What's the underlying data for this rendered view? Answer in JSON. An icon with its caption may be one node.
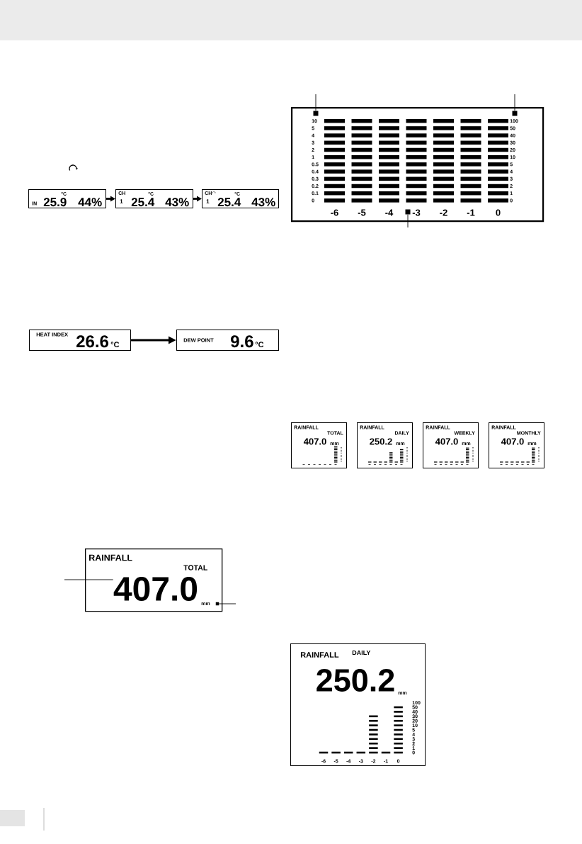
{
  "diagram": {
    "nodes": [
      {
        "text": [
          "IN",
          "25.9",
          "°C",
          "44%"
        ]
      },
      {
        "text": [
          "CH",
          "1",
          "25.4",
          "°C",
          "43%"
        ]
      },
      {
        "text": [
          "CH",
          "1",
          "25.4",
          "°C",
          "43%"
        ]
      },
      {
        "text": [
          "HEAT INDEX",
          "26.6",
          "°C"
        ]
      },
      {
        "text": [
          "DEW POINT",
          "9.6",
          "°C"
        ]
      },
      {
        "text": [
          "RAINFALL",
          "TOTAL",
          "mm"
        ]
      },
      {
        "text": [
          "407.0"
        ],
        "in": 5
      },
      {
        "text": [],
        "shape": "box",
        "in": 5
      },
      {
        "text": [
          "10",
          "5",
          "4",
          "3",
          "2",
          "1",
          "0.5",
          "0.4",
          "0.3",
          "0.2",
          "0.1",
          "0",
          "100",
          "50",
          "40",
          "30",
          "20",
          "10",
          "5",
          "4",
          "3",
          "2",
          "1",
          "0",
          "-6",
          "-5",
          "-4",
          "-3",
          "-2",
          "-1",
          "0"
        ]
      },
      {
        "text": [],
        "shape": "box",
        "in": 8
      },
      {
        "text": [],
        "shape": "box",
        "in": 8
      },
      {
        "text": [],
        "shape": "box",
        "in": 8
      },
      {
        "text": [
          "RAINFALL",
          "TOTAL",
          "407.0",
          "mm"
        ]
      },
      {
        "text": [
          "RAINFALL",
          "DAILY",
          "250.2",
          "mm"
        ]
      },
      {
        "text": [
          "RAINFALL",
          "WEEKLY",
          "407.0",
          "mm"
        ]
      },
      {
        "text": [
          "RAINFALL",
          "MONTHLY",
          "407.0",
          "mm"
        ]
      },
      {
        "text": [
          "RAINFALL",
          "DAILY",
          "250.2",
          "mm",
          "-6",
          "-5",
          "-4",
          "-3",
          "-2",
          "-1",
          "0",
          "100",
          "50",
          "40",
          "30",
          "20",
          "10",
          "5",
          "4",
          "3",
          "2",
          "1",
          "0"
        ]
      }
    ],
    "edges": [
      {
        "from": 0,
        "to": 1,
        "arrow": "to",
        "style": "thick"
      },
      {
        "from": 1,
        "to": 2,
        "arrow": "to",
        "style": "thick"
      },
      {
        "from": 3,
        "to": 4,
        "arrow": "to",
        "style": "thick"
      },
      {
        "from": null,
        "to": 6,
        "arrow": "none"
      },
      {
        "from": null,
        "to": 7,
        "arrow": "none"
      },
      {
        "from": null,
        "to": 9,
        "arrow": "none"
      },
      {
        "from": null,
        "to": 10,
        "arrow": "none"
      },
      {
        "from": null,
        "to": 11,
        "arrow": "none"
      }
    ]
  }
}
